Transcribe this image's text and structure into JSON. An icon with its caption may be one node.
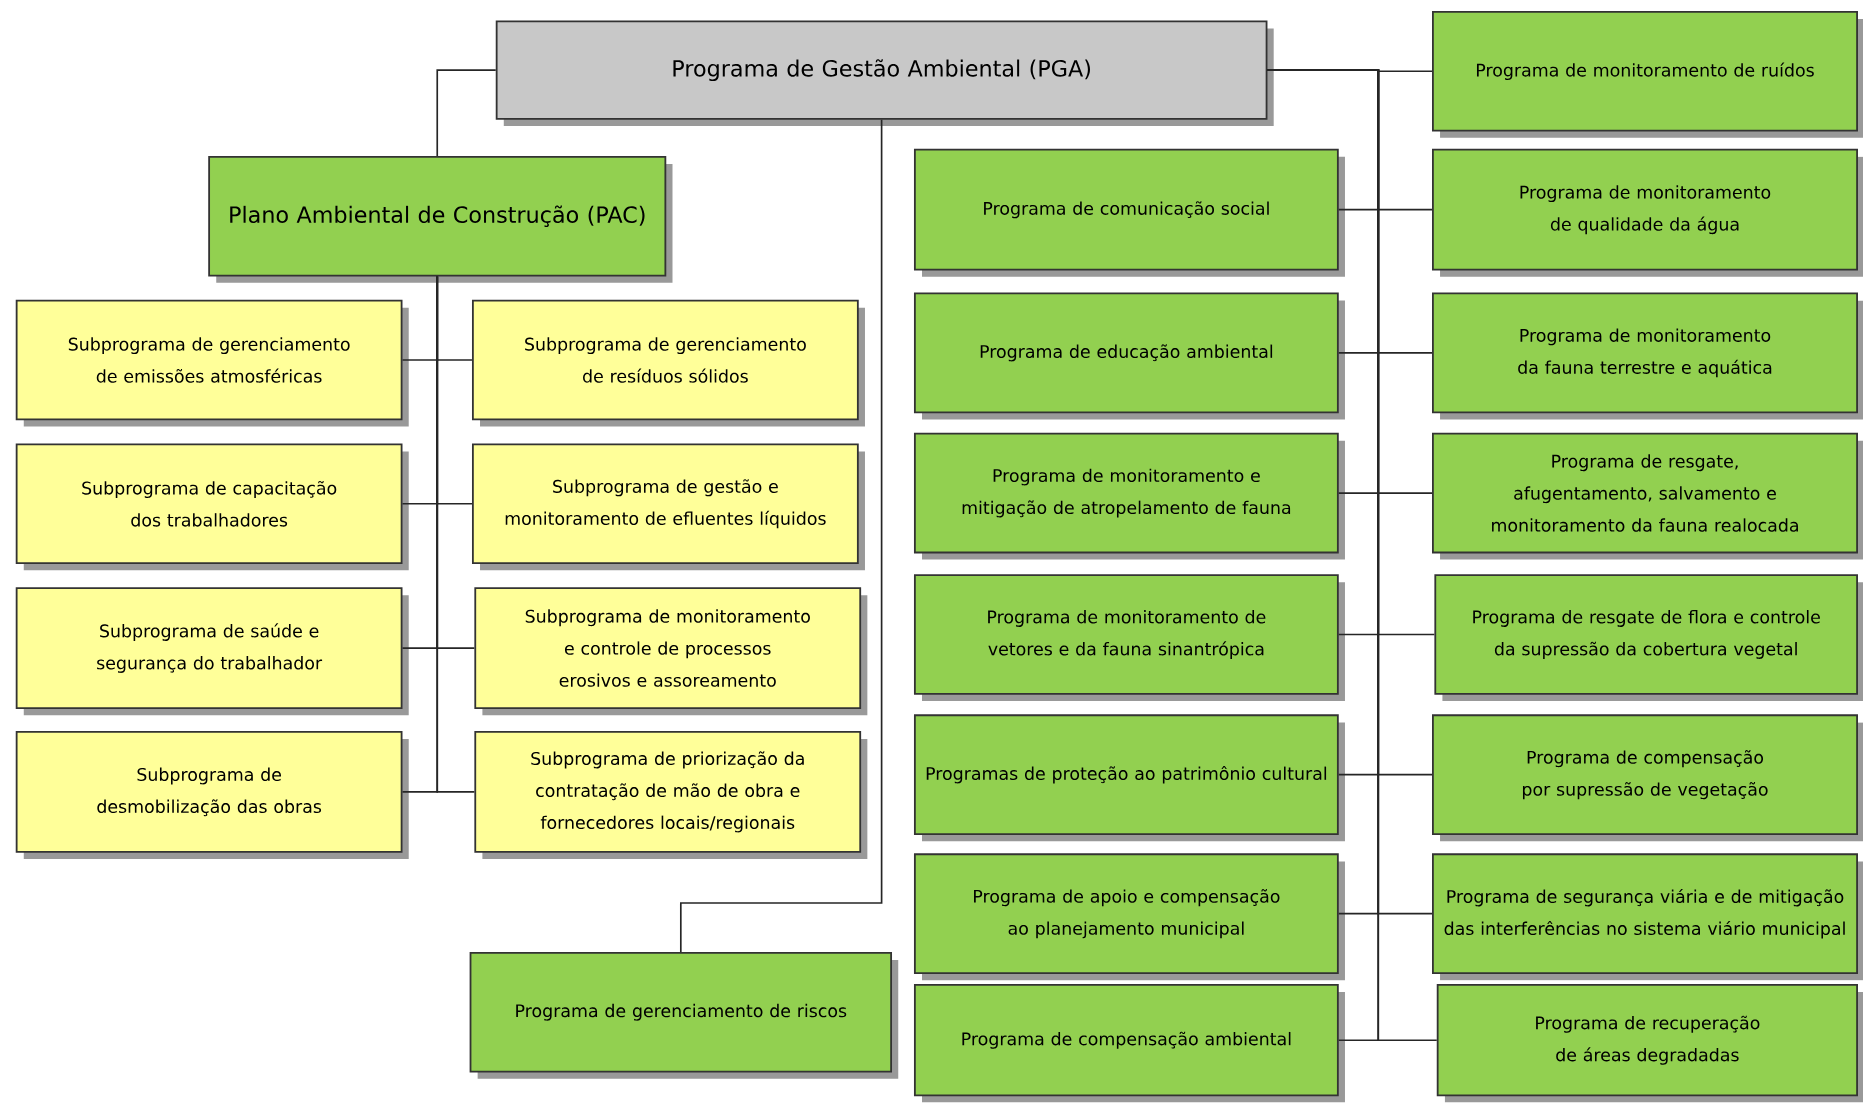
{
  "diagram": {
    "nodes": [
      {
        "text": [
          "Programa de Gestão Ambiental (PGA)"
        ]
      },
      {
        "text": [
          "Plano Ambiental de Construção (PAC)"
        ]
      },
      {
        "text": [
          "Subprograma de gerenciamento de emissões atmosféricas"
        ]
      },
      {
        "text": [
          "Subprograma de gerenciamento de resíduos sólidos"
        ]
      },
      {
        "text": [
          "Subprograma de capacitação dos trabalhadores"
        ]
      },
      {
        "text": [
          "Subprograma de gestão e monitoramento de efluentes líquidos"
        ]
      },
      {
        "text": [
          "Subprograma de saúde e segurança do trabalhador"
        ]
      },
      {
        "text": [
          "Subprograma de monitoramento e controle de processos erosivos e assoreamento"
        ]
      },
      {
        "text": [
          "Subprograma de desmobilização das obras"
        ]
      },
      {
        "text": [
          "Subprograma de priorização da contratação de mão de obra e fornecedores locais/regionais"
        ]
      },
      {
        "text": [
          "Programa de gerenciamento de riscos"
        ]
      },
      {
        "text": [
          "Programa de comunicação social"
        ]
      },
      {
        "text": [
          "Programa de educação ambiental"
        ]
      },
      {
        "text": [
          "Programa de monitoramento e mitigação de atropelamento de fauna"
        ]
      },
      {
        "text": [
          "Programa de monitoramento de vetores e da fauna sinantrópica"
        ]
      },
      {
        "text": [
          "Programas de proteção ao patrimônio cultural"
        ]
      },
      {
        "text": [
          "Programa de apoio e compensação ao planejamento municipal"
        ]
      },
      {
        "text": [
          "Programa de compensação ambiental"
        ]
      },
      {
        "text": [
          "Programa de monitoramento de ruídos"
        ]
      },
      {
        "text": [
          "Programa de monitoramento de qualidade da água"
        ]
      },
      {
        "text": [
          "Programa de monitoramento da fauna terrestre e aquática"
        ]
      },
      {
        "text": [
          "Programa de resgate, afugentamento, salvamento e monitoramento da fauna realocada"
        ]
      },
      {
        "text": [
          "Programa de resgate de flora e controle da supressão da cobertura vegetal"
        ]
      },
      {
        "text": [
          "Programa de compensação por supressão de vegetação"
        ]
      },
      {
        "text": [
          "Programa de segurança viária e de mitigação das interferências no sistema viário municipal"
        ]
      },
      {
        "text": [
          "Programa de recuperação de áreas degradadas"
        ]
      }
    ],
    "edges": [
      {
        "from": 0,
        "to": 1,
        "arrow": "none"
      },
      {
        "from": 1,
        "to": 2,
        "arrow": "none"
      },
      {
        "from": 1,
        "to": 3,
        "arrow": "none"
      },
      {
        "from": 1,
        "to": 4,
        "arrow": "none"
      },
      {
        "from": 1,
        "to": 5,
        "arrow": "none"
      },
      {
        "from": 1,
        "to": 6,
        "arrow": "none"
      },
      {
        "from": 1,
        "to": 7,
        "arrow": "none"
      },
      {
        "from": 1,
        "to": 8,
        "arrow": "none"
      },
      {
        "from": 1,
        "to": 9,
        "arrow": "none"
      },
      {
        "from": 0,
        "to": 10,
        "arrow": "none"
      },
      {
        "from": 0,
        "to": 11,
        "arrow": "none"
      },
      {
        "from": 0,
        "to": 12,
        "arrow": "none"
      },
      {
        "from": 0,
        "to": 13,
        "arrow": "none"
      },
      {
        "from": 0,
        "to": 14,
        "arrow": "none"
      },
      {
        "from": 0,
        "to": 15,
        "arrow": "none"
      },
      {
        "from": 0,
        "to": 16,
        "arrow": "none"
      },
      {
        "from": 0,
        "to": 17,
        "arrow": "none"
      },
      {
        "from": 0,
        "to": 18,
        "arrow": "none"
      },
      {
        "from": 0,
        "to": 19,
        "arrow": "none"
      },
      {
        "from": 0,
        "to": 20,
        "arrow": "none"
      },
      {
        "from": 0,
        "to": 21,
        "arrow": "none"
      },
      {
        "from": 0,
        "to": 22,
        "arrow": "none"
      },
      {
        "from": 0,
        "to": 23,
        "arrow": "none"
      },
      {
        "from": 0,
        "to": 24,
        "arrow": "none"
      },
      {
        "from": 0,
        "to": 25,
        "arrow": "none"
      }
    ]
  }
}
